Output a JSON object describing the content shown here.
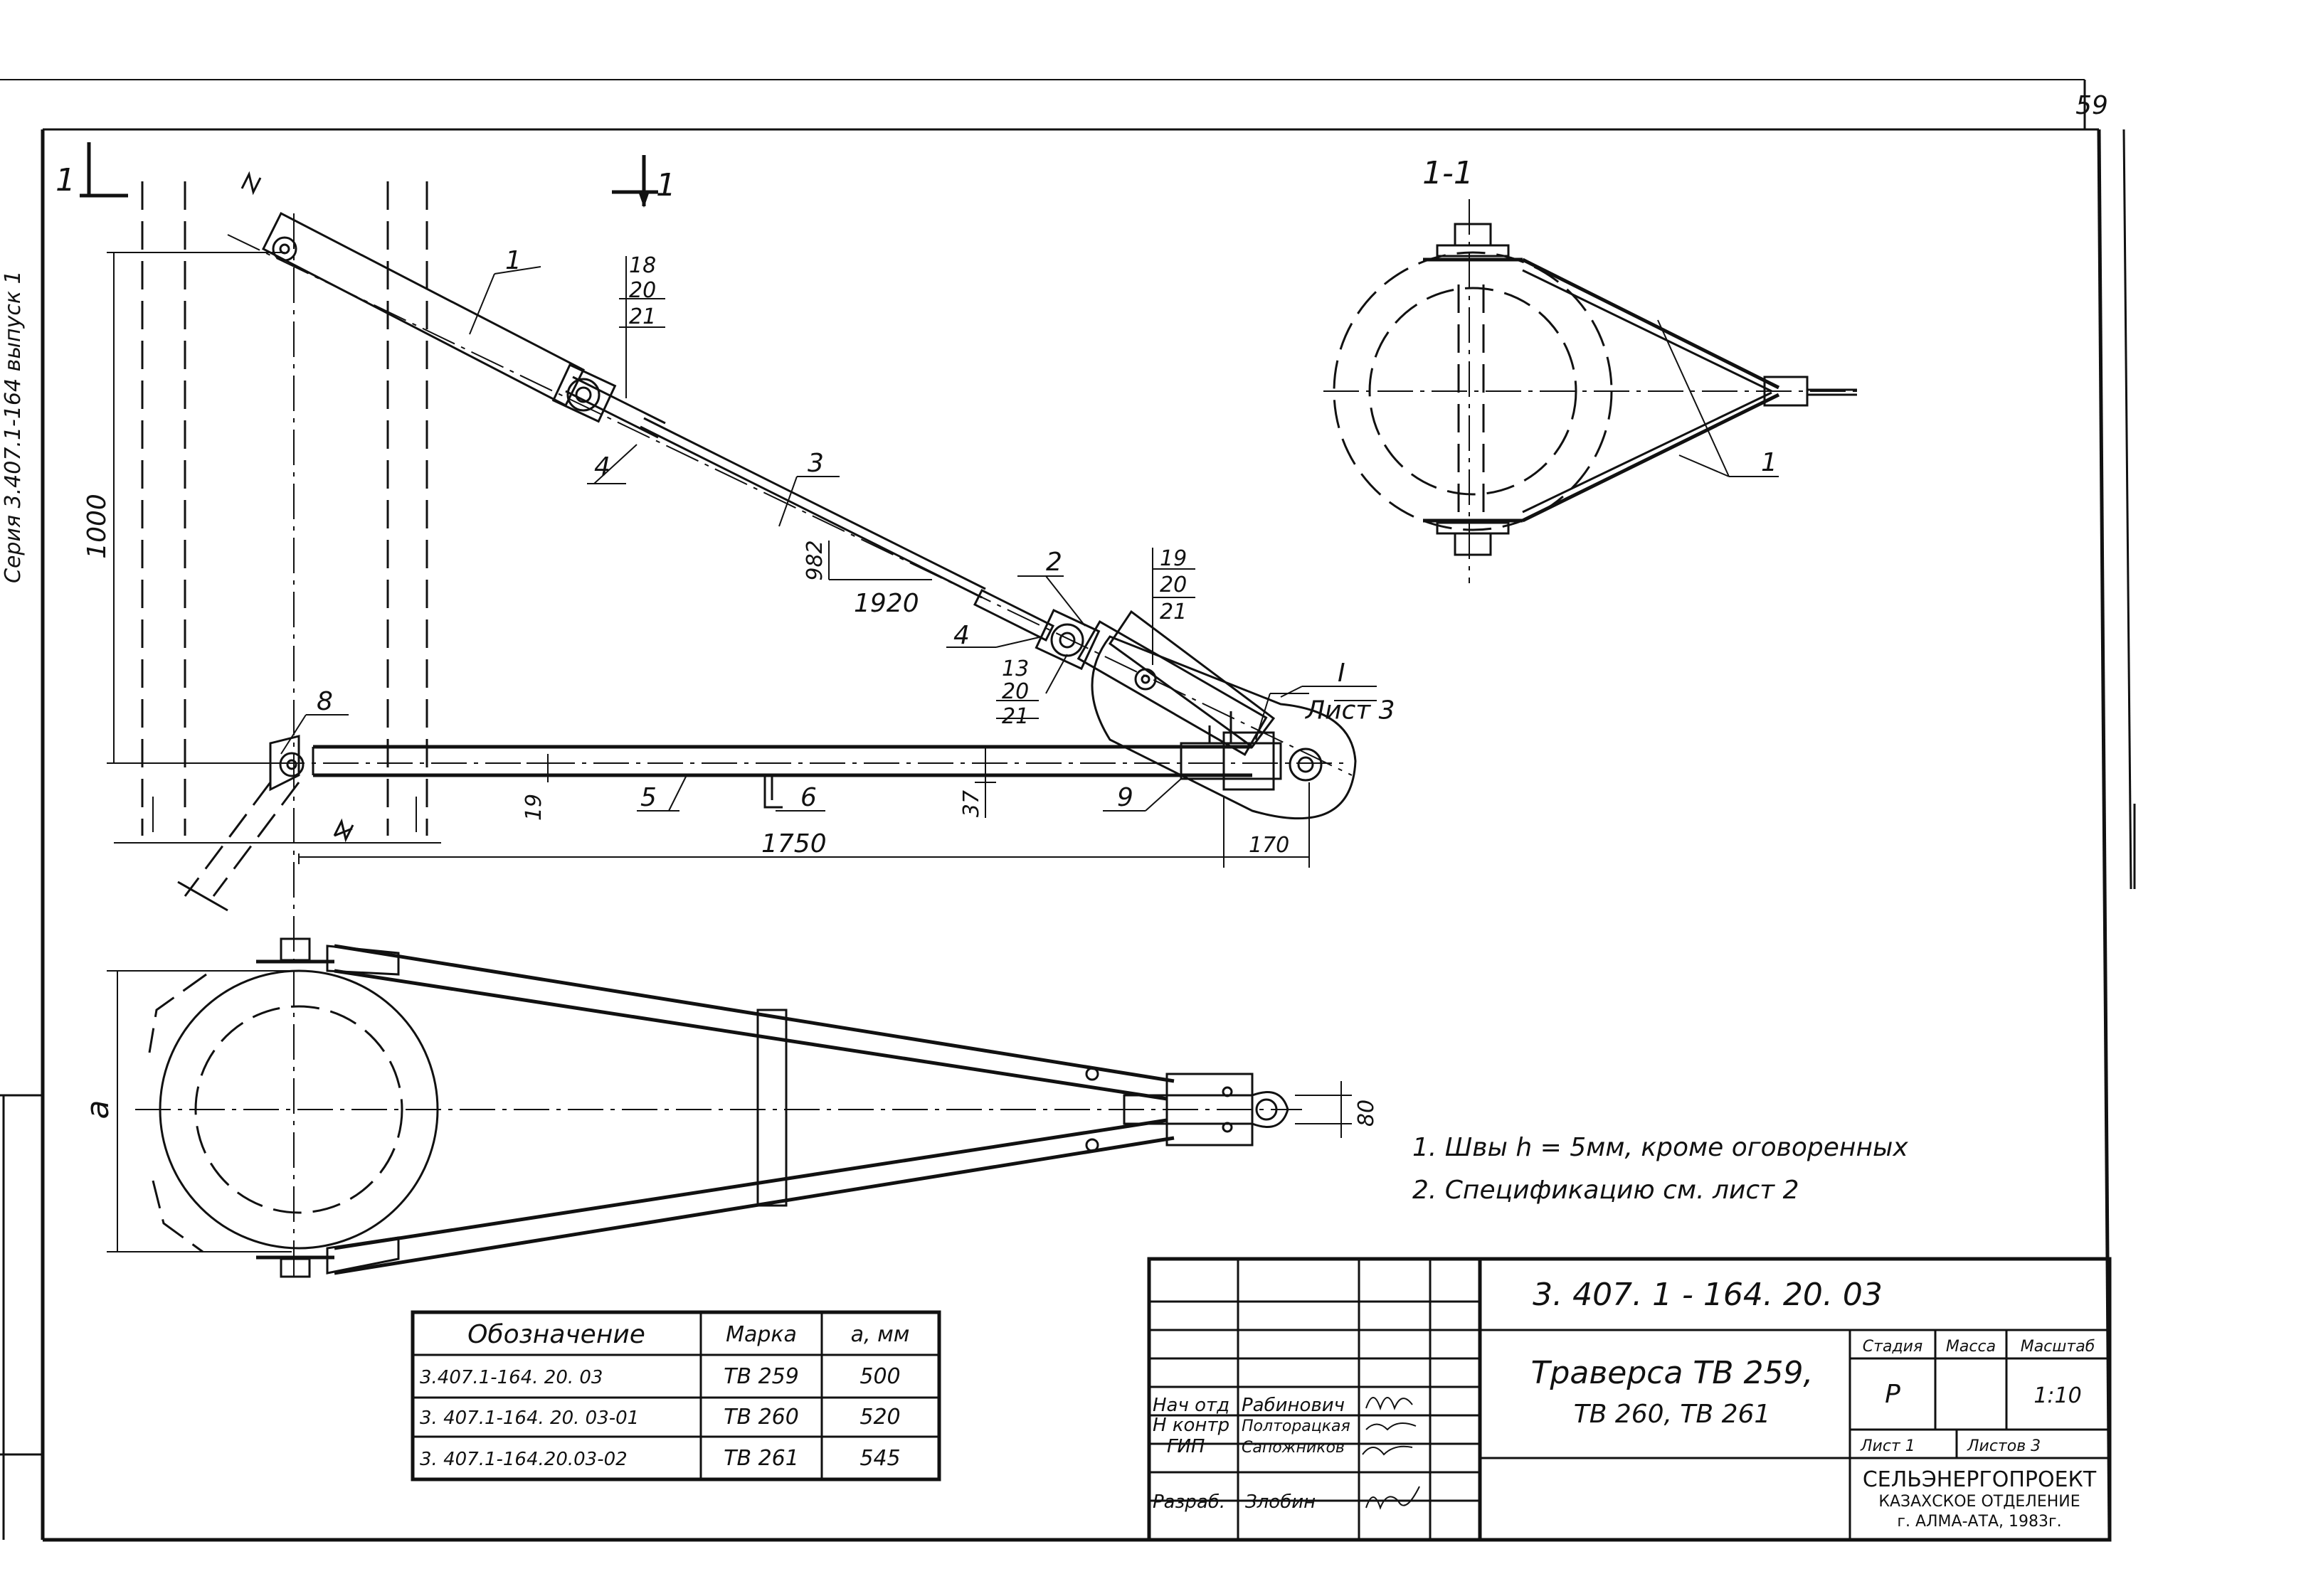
{
  "sheet_corner_number": "59",
  "side_text": "Серия 3.407.1-164 выпуск 1",
  "section_marks": {
    "left": "1",
    "right": "1",
    "section_title": "1-1"
  },
  "callouts": {
    "c1_rod": "1",
    "c18": "18",
    "c20a": "20",
    "c21a": "21",
    "c4a": "4",
    "c3": "3",
    "c2": "2",
    "c19": "19",
    "c20b": "20",
    "c21b": "21",
    "c4b": "4",
    "c13": "13",
    "c20c": "20",
    "c21c": "21",
    "c8": "8",
    "c5": "5",
    "c6": "6",
    "c9": "9",
    "detail_mark": "I",
    "detail_sheet": "Лист 3",
    "c1_section": "1"
  },
  "dimensions": {
    "d1000": "1000",
    "d982": "982",
    "d1920": "1920",
    "d19": "19",
    "d37": "37",
    "d1750": "1750",
    "d170": "170",
    "d_a": "a",
    "d80": "80"
  },
  "notes": [
    "1. Швы h = 5мм, кроме оговоренных",
    "2. Спецификацию   см. лист 2"
  ],
  "variants_table": {
    "headers": [
      "Обозначение",
      "Марка",
      "a, мм"
    ],
    "rows": [
      [
        "3.407.1-164. 20. 03",
        "ТВ 259",
        "500"
      ],
      [
        "3. 407.1-164. 20. 03-01",
        "ТВ 260",
        "520"
      ],
      [
        "3. 407.1-164.20.03-02",
        "ТВ 261",
        "545"
      ]
    ]
  },
  "title_block": {
    "doc_code": "3. 407. 1 - 164. 20. 03",
    "title_line1": "Траверса  ТВ 259,",
    "title_line2": "ТВ 260, ТВ 261",
    "stage_label": "Стадия",
    "mass_label": "Масса",
    "scale_label": "Масштаб",
    "stage_value": "Р",
    "scale_value": "1:10",
    "sheet_label": "Лист 1",
    "sheets_label": "Листов 3",
    "org_line1": "СЕЛЬЭНЕРГОПРОЕКТ",
    "org_line2": "КАЗАХСКОЕ ОТДЕЛЕНИЕ",
    "org_line3": "г. АЛМА-АТА, 1983г.",
    "signers": [
      {
        "role": "Нач отд",
        "name": "Рабинович"
      },
      {
        "role": "Н контр",
        "name": "Полторацкая"
      },
      {
        "role": "ГИП",
        "name": "Сапожников"
      },
      {
        "role": "Разраб.",
        "name": "Злобин"
      }
    ]
  }
}
